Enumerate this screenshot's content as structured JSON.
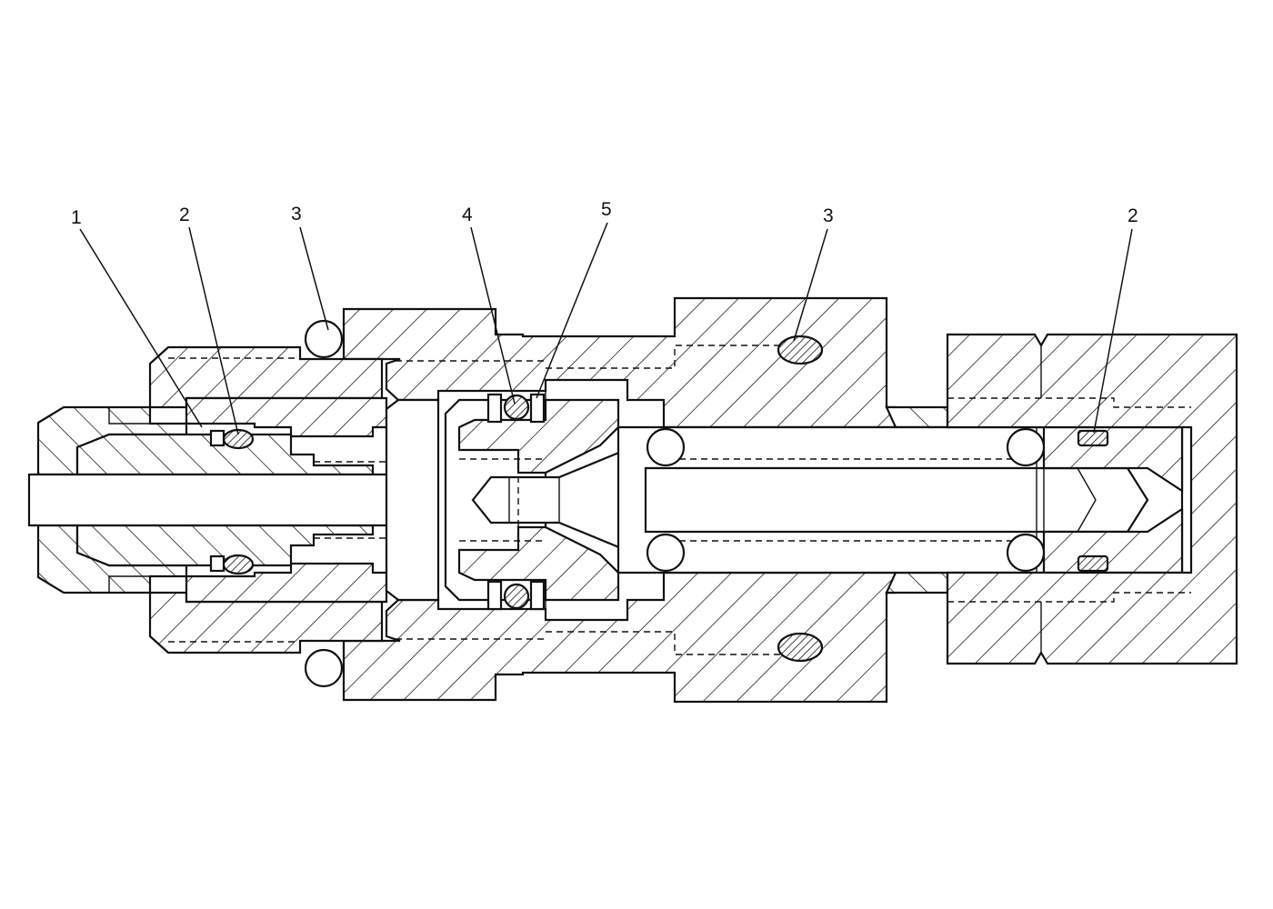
{
  "callouts": [
    {
      "label": "1"
    },
    {
      "label": "2"
    },
    {
      "label": "3"
    },
    {
      "label": "4"
    },
    {
      "label": "5"
    },
    {
      "label": "3"
    },
    {
      "label": "2"
    }
  ]
}
